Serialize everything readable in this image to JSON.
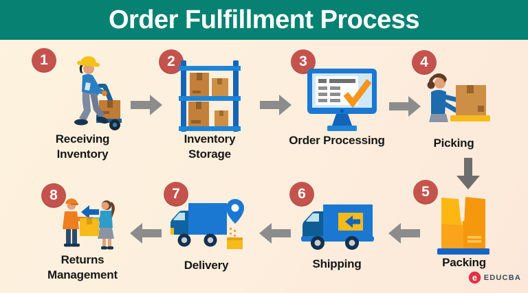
{
  "header": {
    "title": "Order Fulfillment Process"
  },
  "steps": [
    {
      "number": "1",
      "label": "Receiving Inventory",
      "icon": "worker-hand-truck-icon"
    },
    {
      "number": "2",
      "label": "Inventory Storage",
      "icon": "storage-rack-icon"
    },
    {
      "number": "3",
      "label": "Order Processing",
      "icon": "computer-checklist-icon"
    },
    {
      "number": "4",
      "label": "Picking",
      "icon": "person-picking-box-icon"
    },
    {
      "number": "5",
      "label": "Packing",
      "icon": "open-carton-icon"
    },
    {
      "number": "6",
      "label": "Shipping",
      "icon": "shipping-truck-icon"
    },
    {
      "number": "7",
      "label": "Delivery",
      "icon": "delivery-truck-location-icon"
    },
    {
      "number": "8",
      "label": "Returns Management",
      "icon": "box-handover-icon"
    }
  ],
  "brand": {
    "name": "EDUCBA",
    "logo_letter": "e"
  },
  "colors": {
    "header_teal": "#068172",
    "body_cream": "#fdf0dc",
    "badge_red": "#c5534d",
    "arrow_gray": "#8c8c8c",
    "arrow_dark_gray": "#6d6d6d",
    "primary_blue": "#1a78d2",
    "box_brown": "#c2803b",
    "accent_yellow": "#f6ba1b",
    "accent_orange": "#f7941d"
  }
}
